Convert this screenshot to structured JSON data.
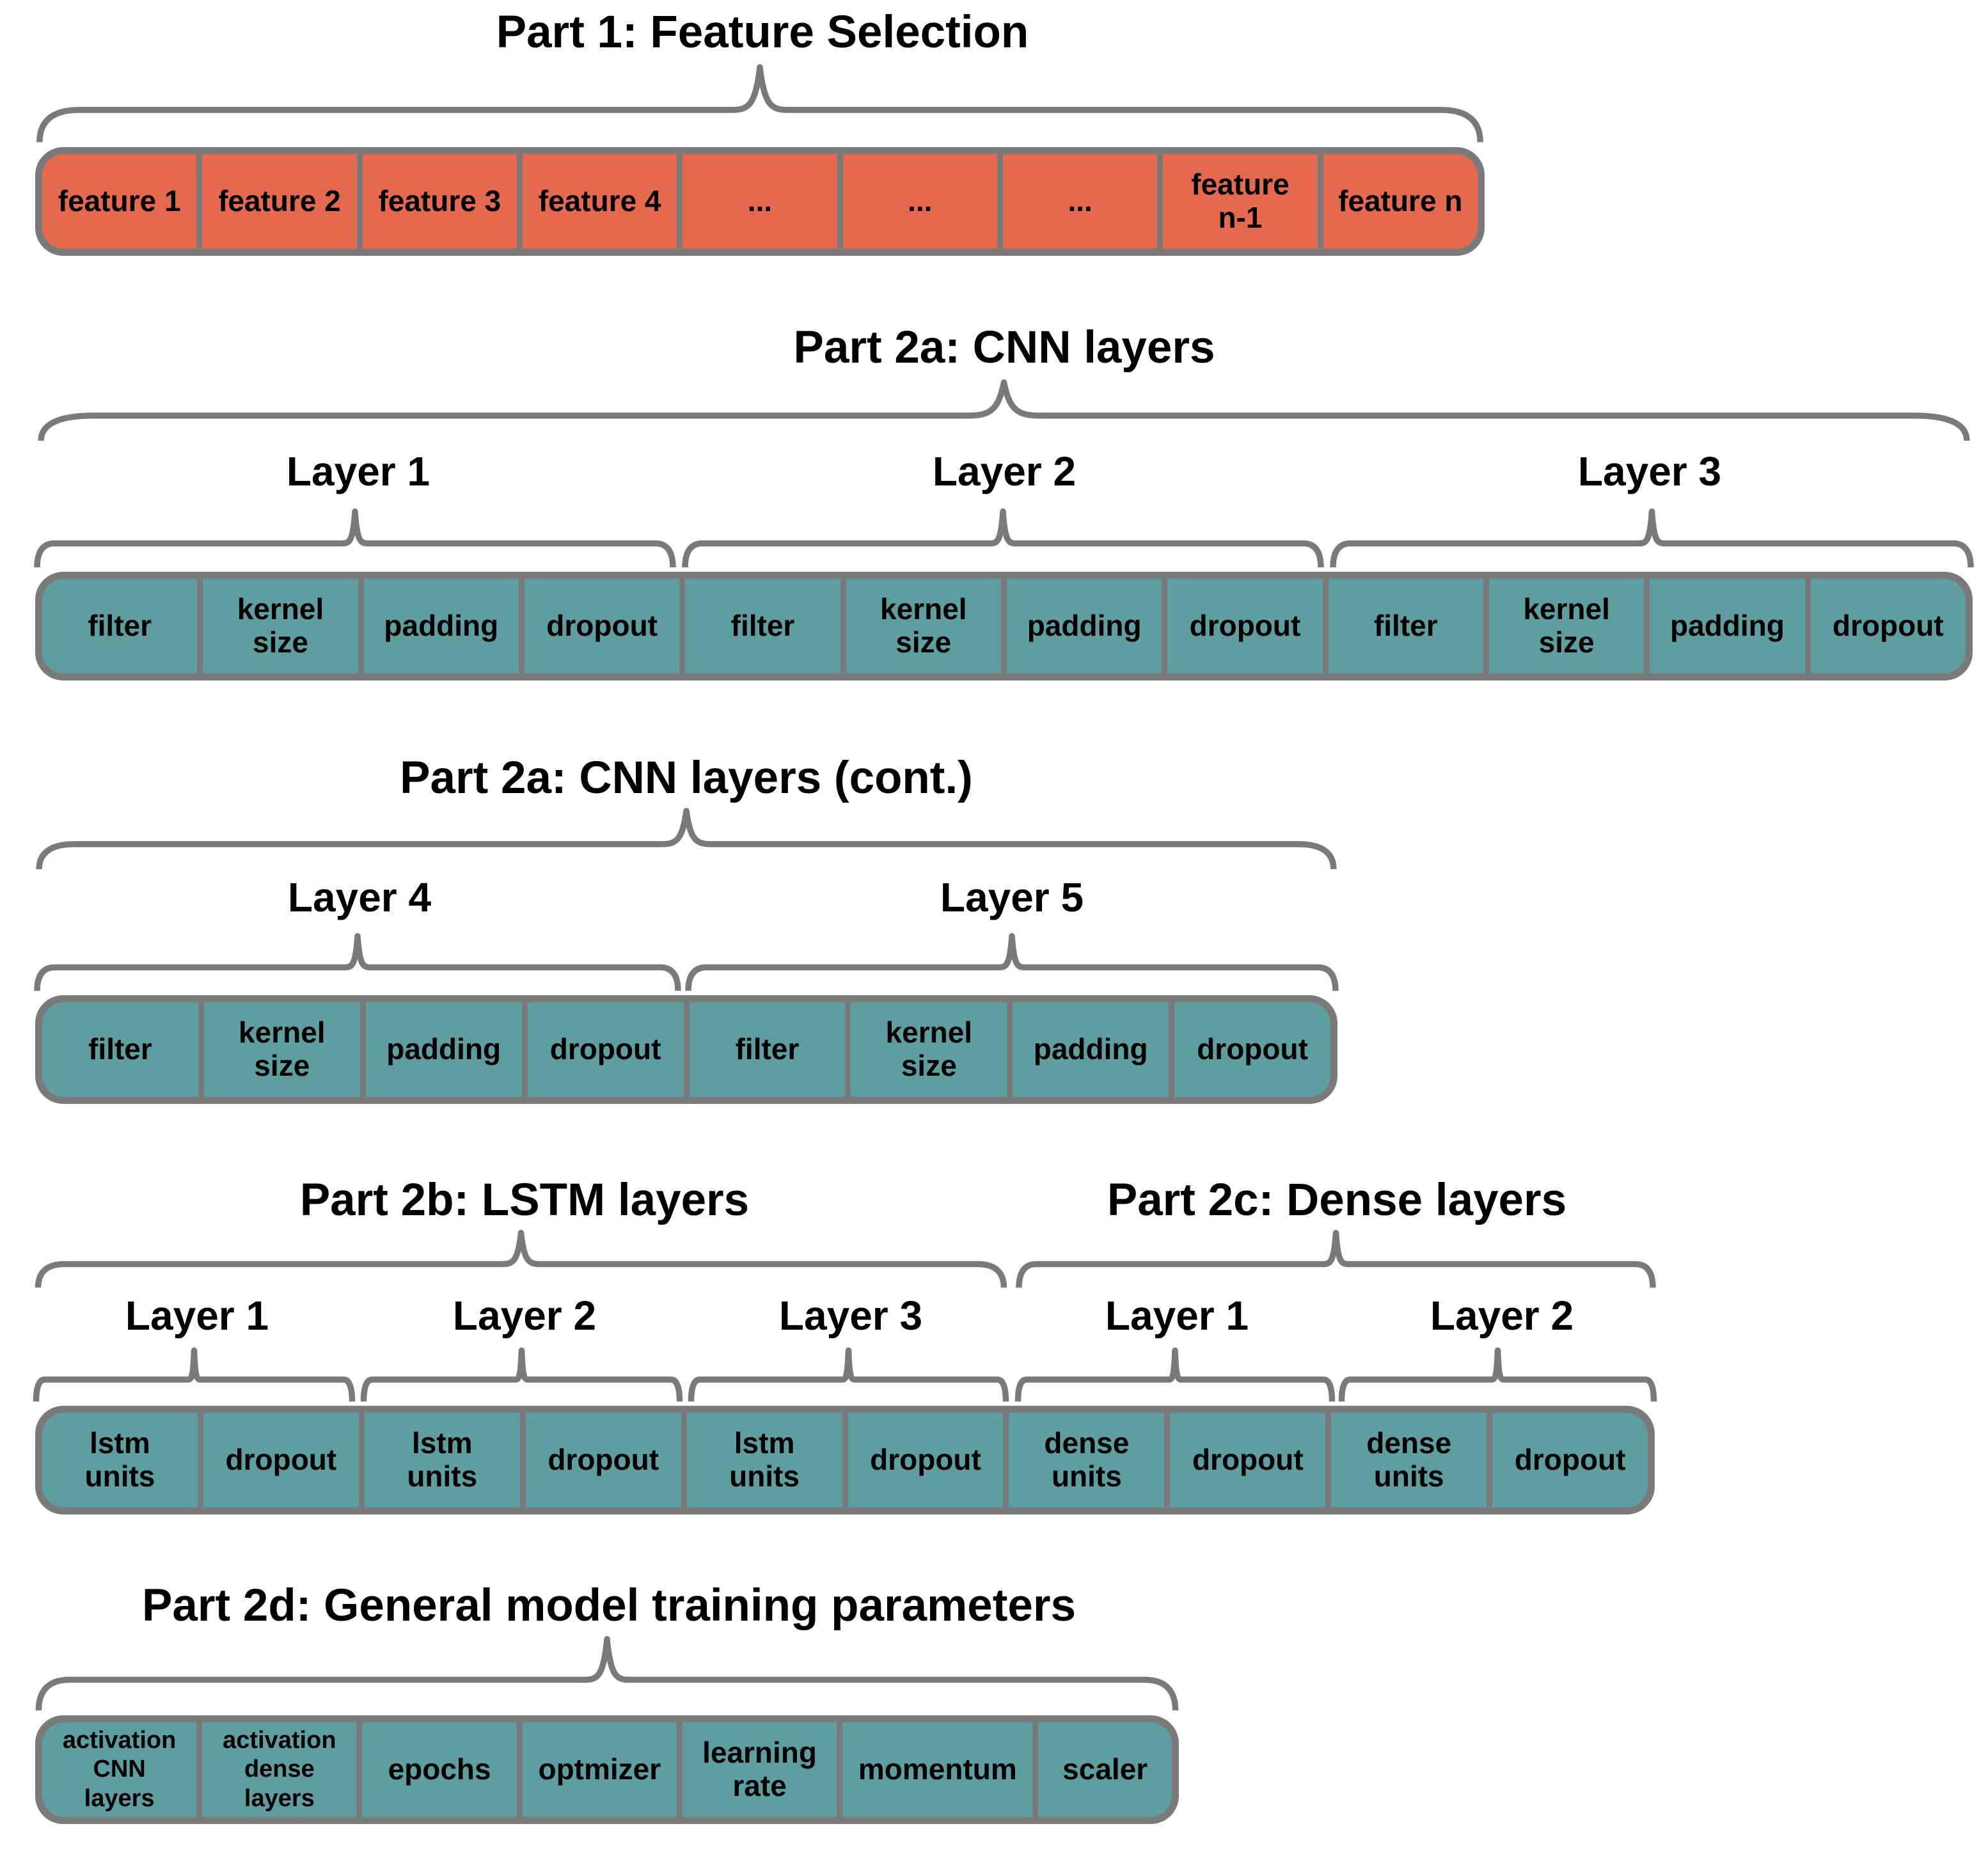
{
  "colors": {
    "feature": "#e5694e",
    "param": "#5f9ea0",
    "line": "#7a7a7a"
  },
  "sections": {
    "part1": {
      "title": "Part 1: Feature Selection",
      "cells": [
        "feature 1",
        "feature 2",
        "feature 3",
        "feature 4",
        "...",
        "...",
        "...",
        "feature\nn-1",
        "feature n"
      ]
    },
    "part2a": {
      "title": "Part 2a: CNN layers",
      "layers": [
        "Layer 1",
        "Layer 2",
        "Layer 3"
      ],
      "cells": [
        "filter",
        "kernel\nsize",
        "padding",
        "dropout",
        "filter",
        "kernel\nsize",
        "padding",
        "dropout",
        "filter",
        "kernel\nsize",
        "padding",
        "dropout"
      ]
    },
    "part2a_cont": {
      "title": "Part 2a: CNN layers (cont.)",
      "layers": [
        "Layer 4",
        "Layer 5"
      ],
      "cells": [
        "filter",
        "kernel\nsize",
        "padding",
        "dropout",
        "filter",
        "kernel\nsize",
        "padding",
        "dropout"
      ]
    },
    "part2b": {
      "title": "Part 2b: LSTM layers",
      "layers": [
        "Layer 1",
        "Layer 2",
        "Layer 3"
      ],
      "cells": [
        "lstm\nunits",
        "dropout",
        "lstm\nunits",
        "dropout",
        "lstm\nunits",
        "dropout"
      ]
    },
    "part2c": {
      "title": "Part 2c: Dense layers",
      "layers": [
        "Layer 1",
        "Layer 2"
      ],
      "cells": [
        "dense\nunits",
        "dropout",
        "dense\nunits",
        "dropout"
      ]
    },
    "part2d": {
      "title": "Part 2d: General model training parameters",
      "cells": [
        "activation\nCNN\nlayers",
        "activation\ndense\nlayers",
        "epochs",
        "optmizer",
        "learning\nrate",
        "momentum",
        "scaler"
      ]
    }
  }
}
